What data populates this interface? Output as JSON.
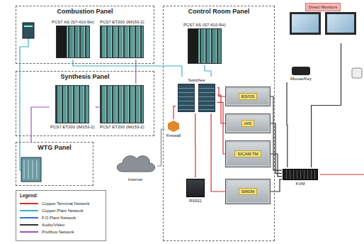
{
  "diagram": {
    "nodes": [
      {
        "text": [
          "Combustion Panel"
        ]
      },
      {
        "text": [
          "PCS7 AS (S7-410-5H)"
        ],
        "in": 0
      },
      {
        "text": [
          "PCS7 ET200 (IM153-2)"
        ],
        "in": 0
      },
      {
        "text": [
          "Synthesis Panel"
        ]
      },
      {
        "text": [
          "PCS7 ET200 (IM153-2)"
        ],
        "in": 3
      },
      {
        "text": [
          "PCS7 ET200 (IM153-2)"
        ],
        "in": 3
      },
      {
        "text": [
          "WTG Panel"
        ]
      },
      {
        "text": [
          "Control Room Panel"
        ]
      },
      {
        "text": [
          "PCS7 AS (S7-410-5H)"
        ],
        "in": 7
      },
      {
        "text": [
          "Switches"
        ],
        "in": 7
      },
      {
        "text": [
          "ES/OS"
        ],
        "in": 7
      },
      {
        "text": [
          "HIS"
        ],
        "in": 7
      },
      {
        "text": [
          "SICAM TM"
        ],
        "in": 7
      },
      {
        "text": [
          "RS911"
        ],
        "in": 7
      },
      {
        "text": [
          "SMGM"
        ],
        "in": 7
      },
      {
        "text": [
          "Firewall"
        ],
        "in": 7
      },
      {
        "text": [
          "Internet"
        ]
      },
      {
        "text": [
          "KVM"
        ]
      },
      {
        "text": [
          "Mouse/Key"
        ]
      },
      {
        "text": [
          "Direct Monitors"
        ]
      }
    ],
    "edges": [
      {
        "from": 1,
        "to": 9,
        "arrow": "none"
      },
      {
        "from": 8,
        "to": 9,
        "arrow": "none"
      },
      {
        "from": 9,
        "to": 10,
        "arrow": "none"
      },
      {
        "from": 9,
        "to": 11,
        "arrow": "none"
      },
      {
        "from": 9,
        "to": 12,
        "arrow": "none"
      },
      {
        "from": 9,
        "to": 14,
        "arrow": "none"
      },
      {
        "from": 9,
        "to": 13,
        "arrow": "none"
      },
      {
        "from": 15,
        "to": 9,
        "arrow": "none"
      },
      {
        "from": 16,
        "to": 15,
        "arrow": "none"
      },
      {
        "from": 10,
        "to": 17,
        "arrow": "none"
      },
      {
        "from": 11,
        "to": 17,
        "arrow": "none"
      },
      {
        "from": 12,
        "to": 17,
        "arrow": "none"
      },
      {
        "from": 14,
        "to": 17,
        "arrow": "none"
      },
      {
        "from": 17,
        "to": 18,
        "arrow": "none"
      },
      {
        "from": 17,
        "to": 19,
        "arrow": "none"
      },
      {
        "from": 2,
        "to": 5,
        "arrow": "none"
      },
      {
        "from": 5,
        "to": 4,
        "arrow": "none"
      },
      {
        "from": 4,
        "to": 6,
        "arrow": "none"
      }
    ],
    "labels": [
      "Legend:"
    ],
    "legend": [
      {
        "text": "Copper Terminal Network"
      },
      {
        "text": "Copper Plant Network"
      },
      {
        "text": "F.O Plant Network"
      },
      {
        "text": "Audio/Video"
      },
      {
        "text": "Profibus Network"
      }
    ]
  }
}
